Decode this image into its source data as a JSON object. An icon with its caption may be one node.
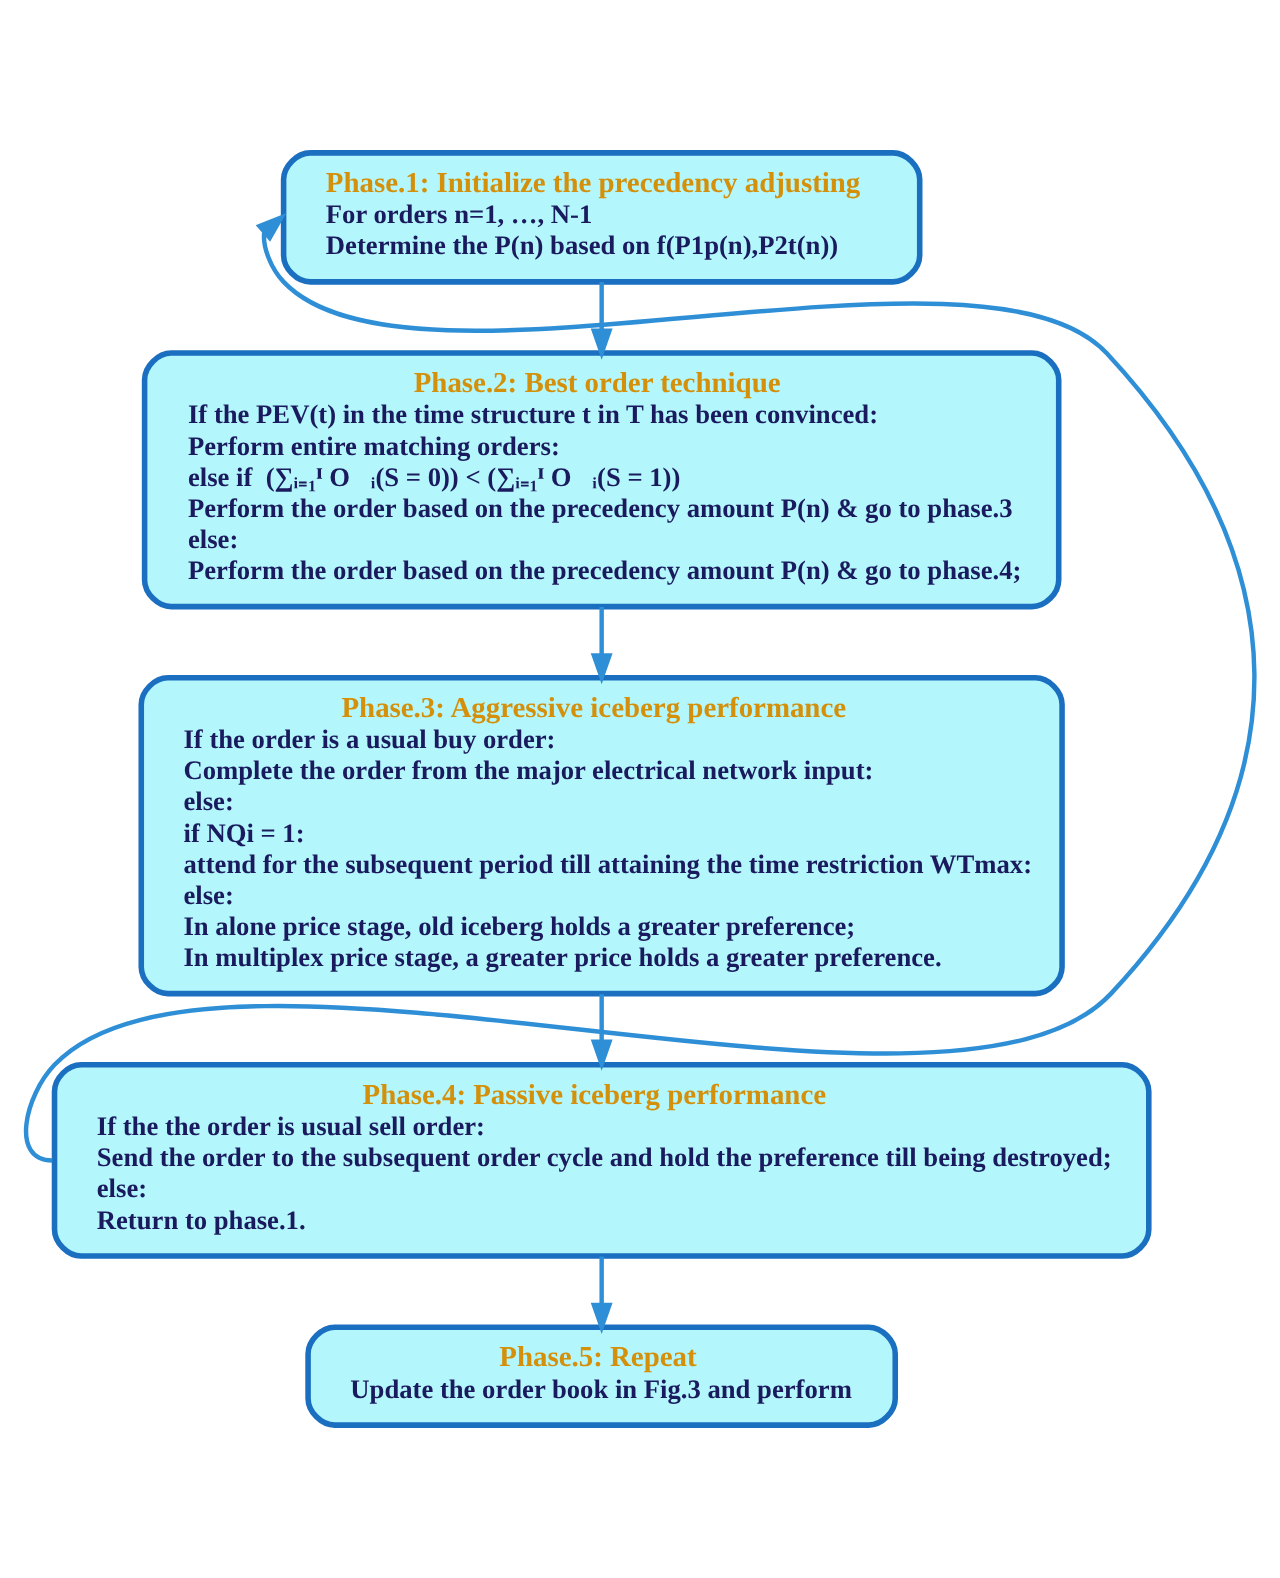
{
  "diagram": {
    "nodes": [
      {
        "text": [
          "Phase.1: Initialize the precedency adjusting",
          "For orders n=1, …, N-1",
          "Determine the P(n) based on f(P1p(n),P2t(n))"
        ]
      },
      {
        "text": [
          "Phase.2: Best order technique",
          "If the PEV(t) in the time structure t in T has been convinced:",
          "Perform entire matching orders:",
          "else if  (∑ᵢ₌₁ᴵ O⃗ᵢ(S = 0)) < (∑ᵢ₌₁ᴵ O⃗ᵢ(S = 1))",
          "Perform the order based on the precedency amount P(n) & go to phase.3",
          "else:",
          "Perform the order based on the precedency amount P(n) & go to phase.4;"
        ]
      },
      {
        "text": [
          "Phase.3: Aggressive iceberg performance",
          "If the order is a usual buy order:",
          "Complete the order from the major electrical network input:",
          "else:",
          "if NQi = 1:",
          "attend for the subsequent period till attaining the time restriction WTmax:",
          "else:",
          "In alone price stage, old iceberg holds a greater preference;",
          "In multiplex price stage, a greater price holds a greater preference."
        ]
      },
      {
        "text": [
          "Phase.4: Passive iceberg performance",
          "If the the order is usual sell order:",
          "Send the order to the subsequent order cycle and hold the preference till being destroyed;",
          "else:",
          "Return to phase.1."
        ]
      },
      {
        "text": [
          "Phase.5: Repeat",
          "Update the order book in Fig.3 and perform"
        ]
      }
    ],
    "edges": [
      {
        "from": 0,
        "to": 1,
        "arrow": "to"
      },
      {
        "from": 1,
        "to": 2,
        "arrow": "to"
      },
      {
        "from": 2,
        "to": 3,
        "arrow": "to"
      },
      {
        "from": 3,
        "to": 4,
        "arrow": "to"
      },
      {
        "from": 3,
        "to": 0,
        "arrow": "to"
      }
    ]
  }
}
